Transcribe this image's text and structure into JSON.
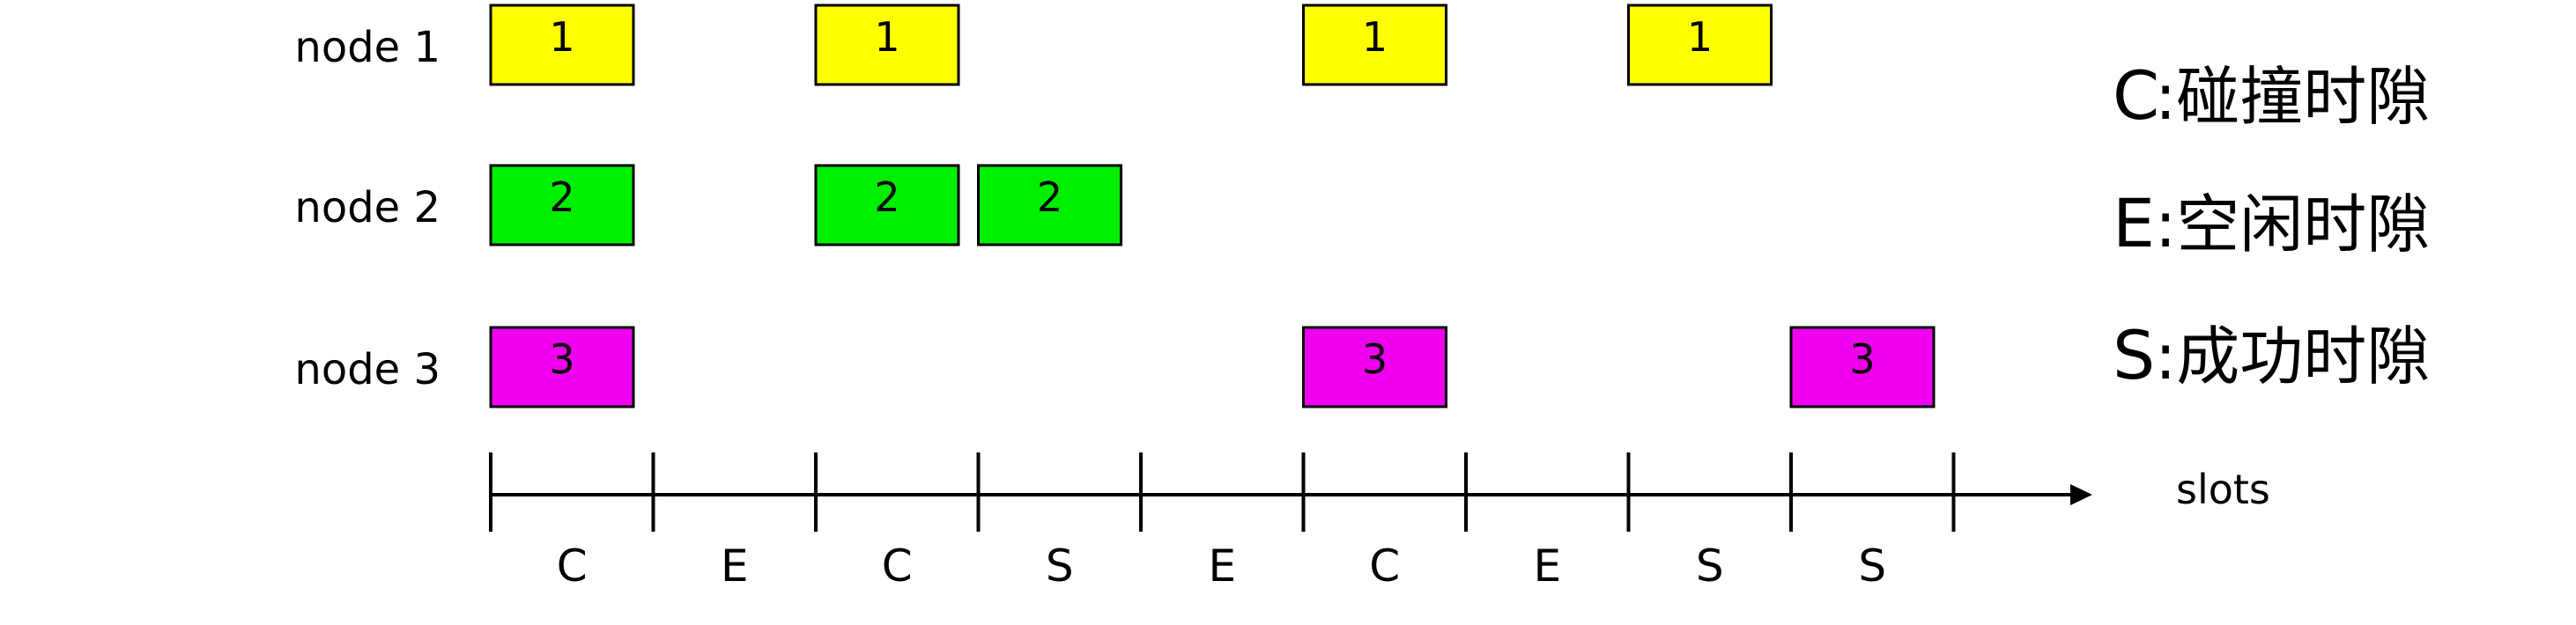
{
  "nodes": [
    {
      "label": "node 1",
      "number": "1",
      "color": "#ffff00",
      "slots": [
        0,
        2,
        5,
        7
      ]
    },
    {
      "label": "node 2",
      "number": "2",
      "color": "#00ee00",
      "slots": [
        0,
        2,
        3
      ]
    },
    {
      "label": "node 3",
      "number": "3",
      "color": "#ee00ee",
      "slots": [
        0,
        5,
        8
      ]
    }
  ],
  "axis": {
    "label": "slots",
    "slot_letters": [
      "C",
      "E",
      "C",
      "S",
      "E",
      "C",
      "E",
      "S",
      "S"
    ]
  },
  "legend": [
    {
      "key": "C",
      "text": ":碰撞时隙"
    },
    {
      "key": "E",
      "text": ":空闲时隙"
    },
    {
      "key": "S",
      "text": ":成功时隙"
    }
  ]
}
